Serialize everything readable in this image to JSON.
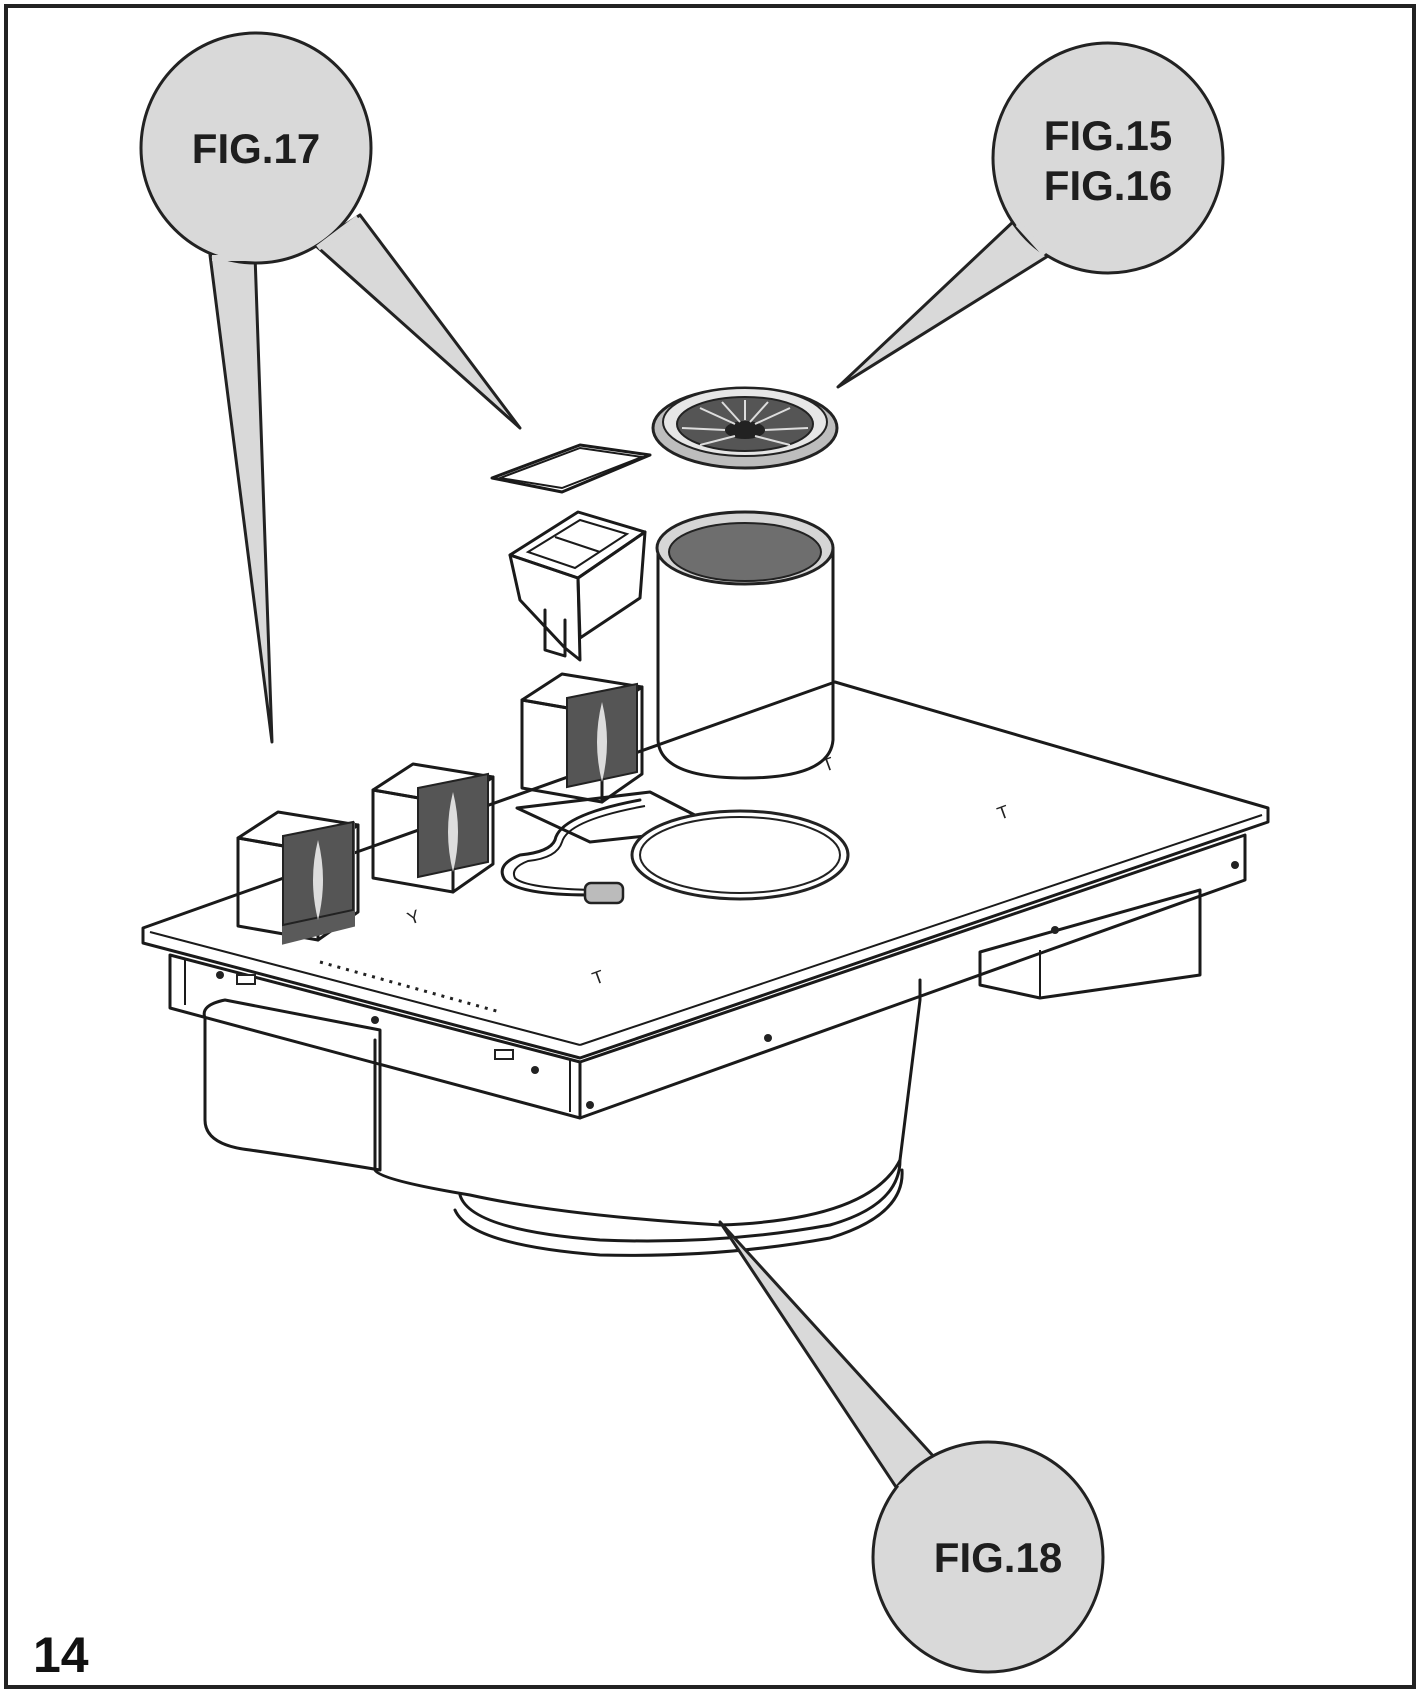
{
  "callouts": {
    "fig17": "FIG.17",
    "fig15": "FIG.15",
    "fig16": "FIG.16",
    "fig18": "FIG.18"
  },
  "page_number": "14",
  "colors": {
    "callout_fill": "#d9d9d9",
    "part_grey": "#c8c8c8",
    "filter_dark": "#555555",
    "outline": "#1a1a1a"
  }
}
